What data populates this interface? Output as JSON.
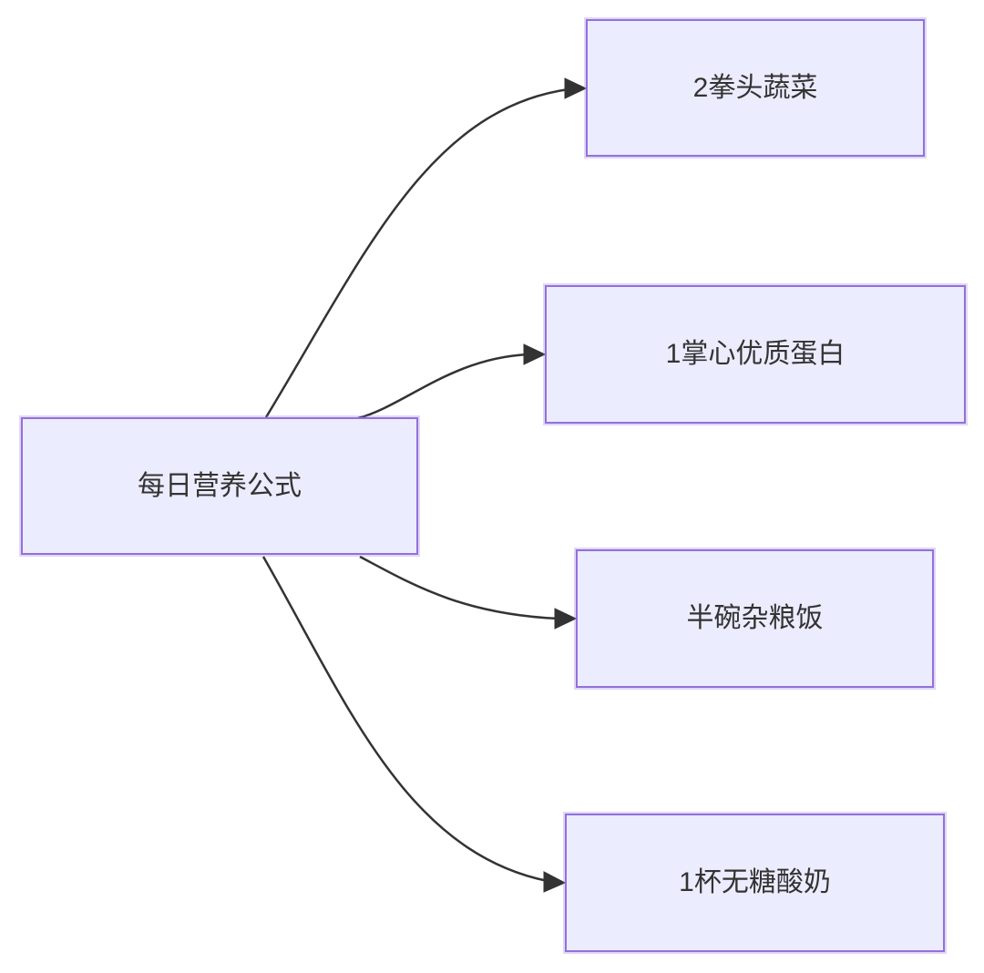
{
  "diagram": {
    "type": "flowchart-left-to-right",
    "root": {
      "id": "A",
      "label": "每日营养公式"
    },
    "children": [
      {
        "id": "B",
        "label": "2拳头蔬菜"
      },
      {
        "id": "C",
        "label": "1掌心优质蛋白"
      },
      {
        "id": "D",
        "label": "半碗杂粮饭"
      },
      {
        "id": "E",
        "label": "1杯无糖酸奶"
      }
    ],
    "edges": [
      {
        "from": "每日营养公式",
        "to": "2拳头蔬菜",
        "arrow": "filled-triangle"
      },
      {
        "from": "每日营养公式",
        "to": "1掌心优质蛋白",
        "arrow": "filled-triangle"
      },
      {
        "from": "每日营养公式",
        "to": "半碗杂粮饭",
        "arrow": "filled-triangle"
      },
      {
        "from": "每日营养公式",
        "to": "1杯无糖酸奶",
        "arrow": "filled-triangle"
      }
    ],
    "colors": {
      "node_fill": "#ECECFF",
      "node_border": "#9370DB",
      "edge_stroke": "#333333",
      "text": "#333333",
      "background": "#FFFFFF"
    }
  }
}
